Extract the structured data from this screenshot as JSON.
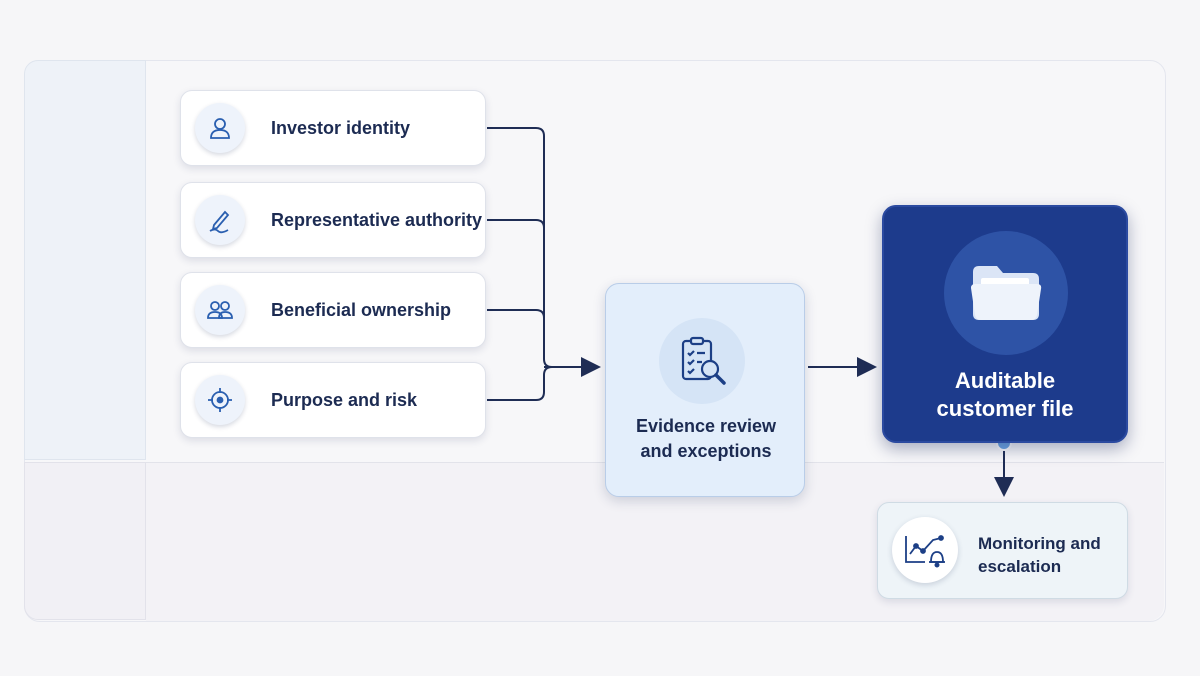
{
  "inputs": [
    {
      "label": "Investor identity",
      "icon": "person-icon"
    },
    {
      "label": "Representative authority",
      "icon": "pen-signature-icon"
    },
    {
      "label": "Beneficial ownership",
      "icon": "people-icon"
    },
    {
      "label": "Purpose and risk",
      "icon": "target-icon"
    }
  ],
  "evidence": {
    "line1": "Evidence review",
    "line2": "and exceptions",
    "icon": "clipboard-search-icon"
  },
  "audit": {
    "line1": "Auditable",
    "line2": "customer file",
    "icon": "folder-icon"
  },
  "monitoring": {
    "line1": "Monitoring and",
    "line2": "escalation",
    "icon": "chart-bell-icon"
  },
  "colors": {
    "navy": "#1c2b52",
    "accent": "#1d3b8c",
    "connector": "#1f2d55",
    "evidence_fill": "#e3eefb"
  }
}
